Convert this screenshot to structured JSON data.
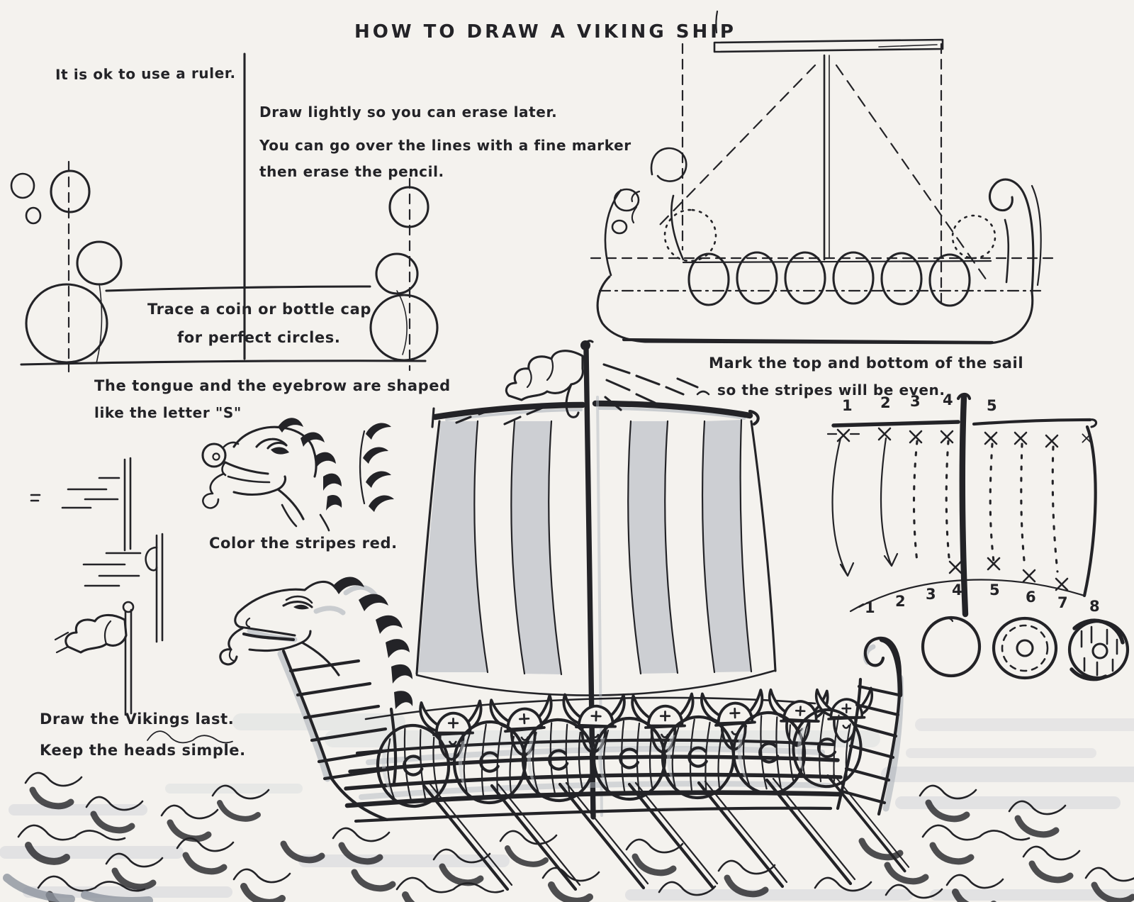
{
  "title": "HOW TO DRAW A VIKING SHIP",
  "tips": {
    "ruler": "It is ok to use a ruler.",
    "draw_lightly": "Draw lightly so you can erase later.",
    "marker_1": "You can go over the lines with a fine marker",
    "marker_2": "then erase the pencil.",
    "trace_1": "Trace a coin or bottle cap",
    "trace_2": "for perfect circles.",
    "tongue_1": "The tongue and the eyebrow are shaped",
    "tongue_2": "like the letter \"S\"",
    "stripes": "Color the stripes red.",
    "sail_1": "Mark the top and bottom of the sail",
    "sail_2": "so the stripes will be even.",
    "vikings_1": "Draw the Vikings last.",
    "vikings_2": "Keep the heads simple."
  },
  "sail_guide": {
    "top_marks": [
      "1",
      "2",
      "3",
      "4",
      "5"
    ],
    "bottom_marks": [
      "1",
      "2",
      "3",
      "4",
      "5",
      "6",
      "7",
      "8"
    ]
  },
  "colors": {
    "paper": "#f4f2ee",
    "ink": "#232327",
    "mgray": "#c6c9ce",
    "shadow": "#8d939d",
    "wash": "#cbcfd4"
  }
}
